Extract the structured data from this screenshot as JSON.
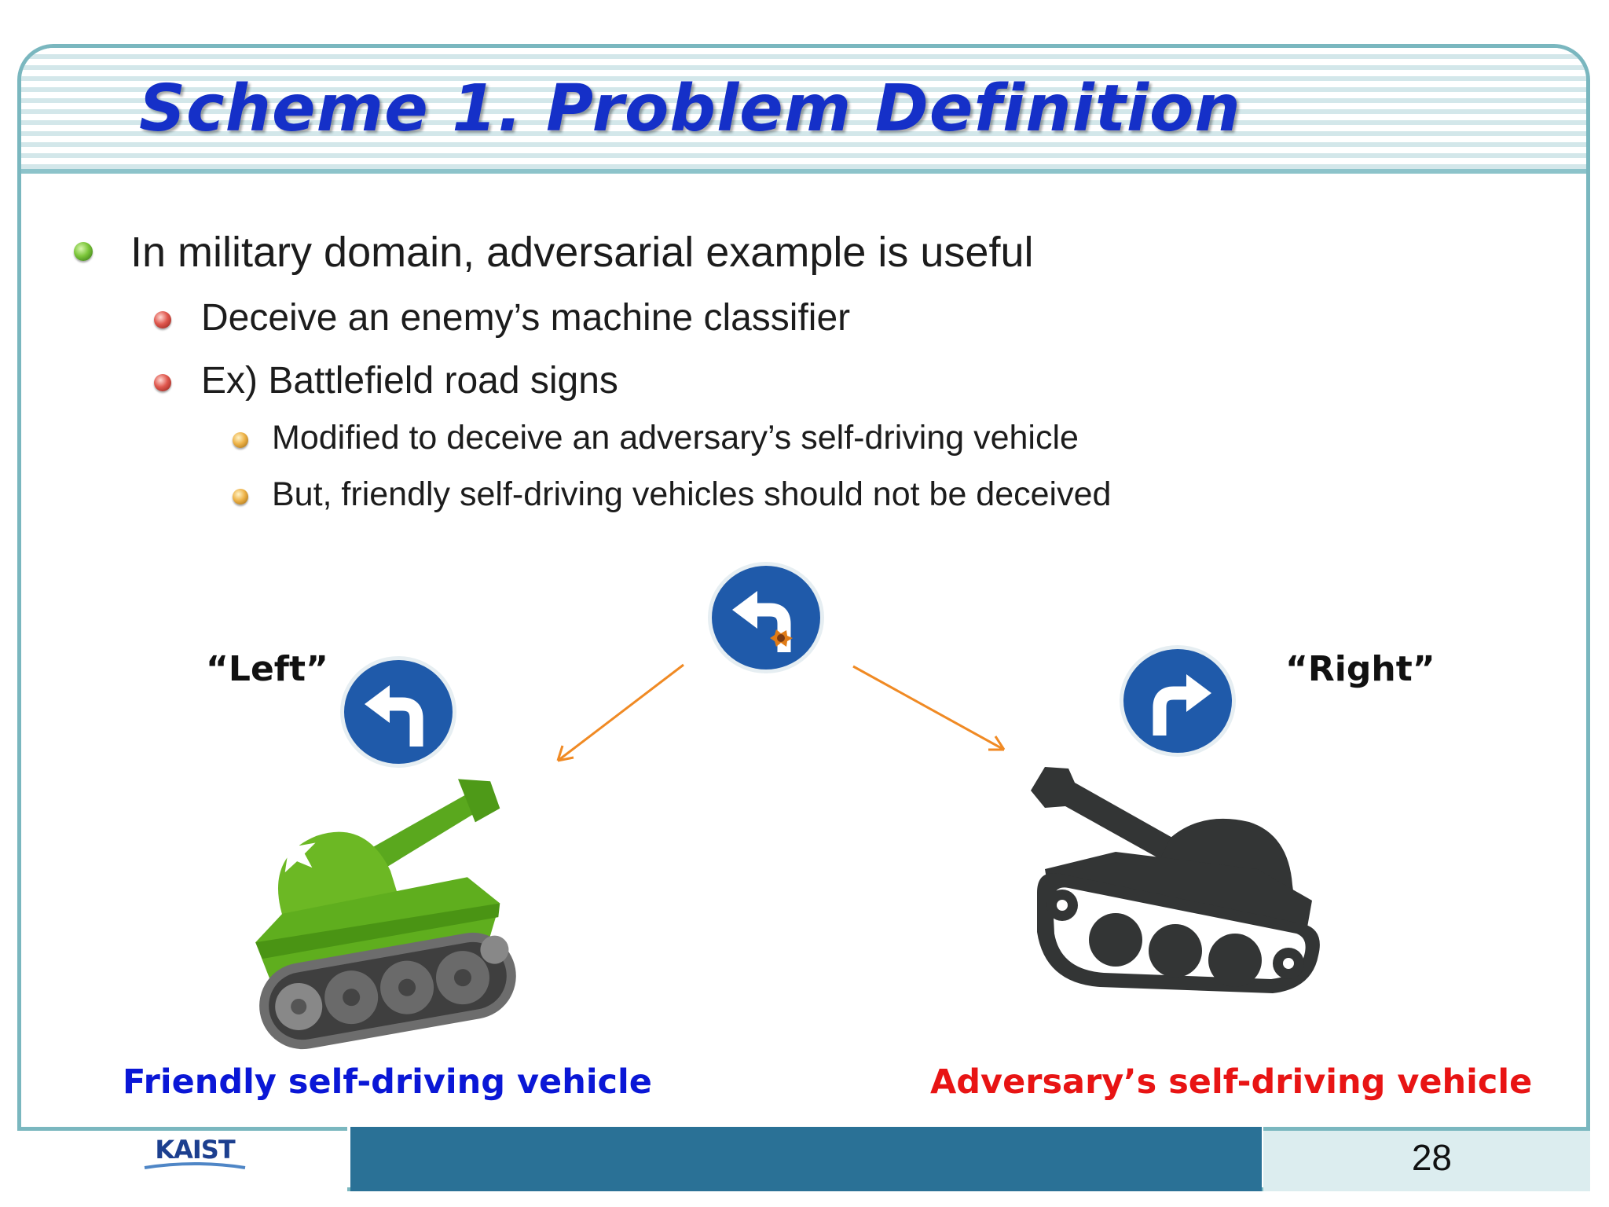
{
  "title": "Scheme 1. Problem Definition",
  "bullets": {
    "level1": "In military domain, adversarial example is useful",
    "level2": [
      "Deceive an enemy’s machine classifier",
      "Ex) Battlefield road signs"
    ],
    "level3": [
      "Modified to deceive an adversary’s self-driving vehicle",
      "But, friendly self-driving vehicles should not be deceived"
    ]
  },
  "figure": {
    "label_left": "“Left”",
    "label_right": "“Right”",
    "caption_friendly": "Friendly self-driving vehicle",
    "caption_adversary": "Adversary’s self-driving vehicle",
    "friendly_color": "#0a17d6",
    "adversary_color": "#e81414"
  },
  "footer": {
    "logo_text": "KAIST",
    "page_number": "28"
  },
  "icons": [
    "turn-left-sign-icon",
    "turn-right-sign-icon",
    "modified-turn-left-sign-icon",
    "green-tank-icon",
    "dark-tank-icon",
    "arrow-icon",
    "bullet-icon"
  ]
}
